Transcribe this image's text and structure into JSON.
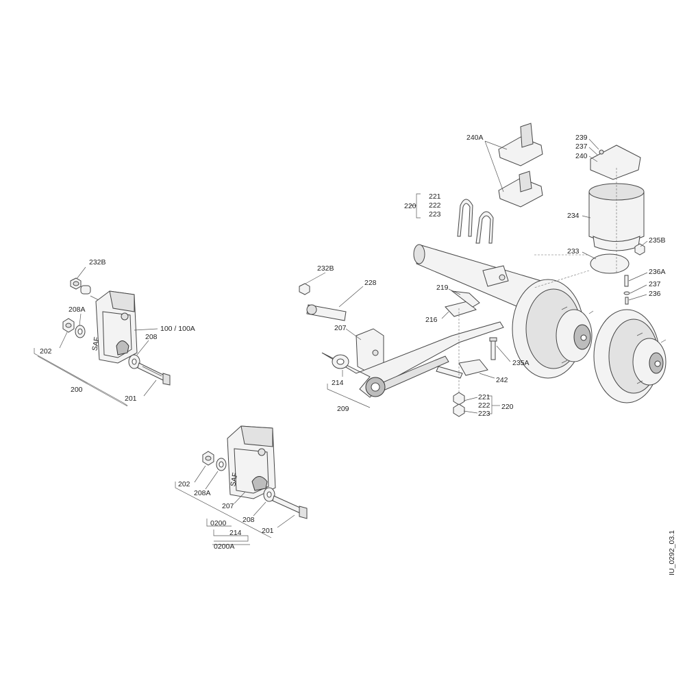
{
  "drawing_id": "IU_0292_03.1",
  "labels": {
    "l232B_a": "232B",
    "l208A_a": "208A",
    "l202_a": "202",
    "l100": "100 / 100A",
    "l208_a": "208",
    "l200": "200",
    "l201_a": "201",
    "l202_b": "202",
    "l208A_b": "208A",
    "l207_b": "207",
    "l208_b": "208",
    "l201_b": "201",
    "l0200": "0200",
    "l214_b": "214",
    "l0200A": "0200A",
    "l232B_b": "232B",
    "l228": "228",
    "l207_c": "207",
    "l214_c": "214",
    "l209": "209",
    "l219": "219",
    "l216": "216",
    "l235A": "235A",
    "l242": "242",
    "l221_b": "221",
    "l222_b": "222",
    "l223_b": "223",
    "l220_b": "220",
    "l240A": "240A",
    "l221_a": "221",
    "l222_a": "222",
    "l223_a": "223",
    "l220_a": "220",
    "l239": "239",
    "l237_a": "237",
    "l240": "240",
    "l234": "234",
    "l235B": "235B",
    "l233": "233",
    "l236A": "236A",
    "l237_b": "237",
    "l236": "236"
  }
}
